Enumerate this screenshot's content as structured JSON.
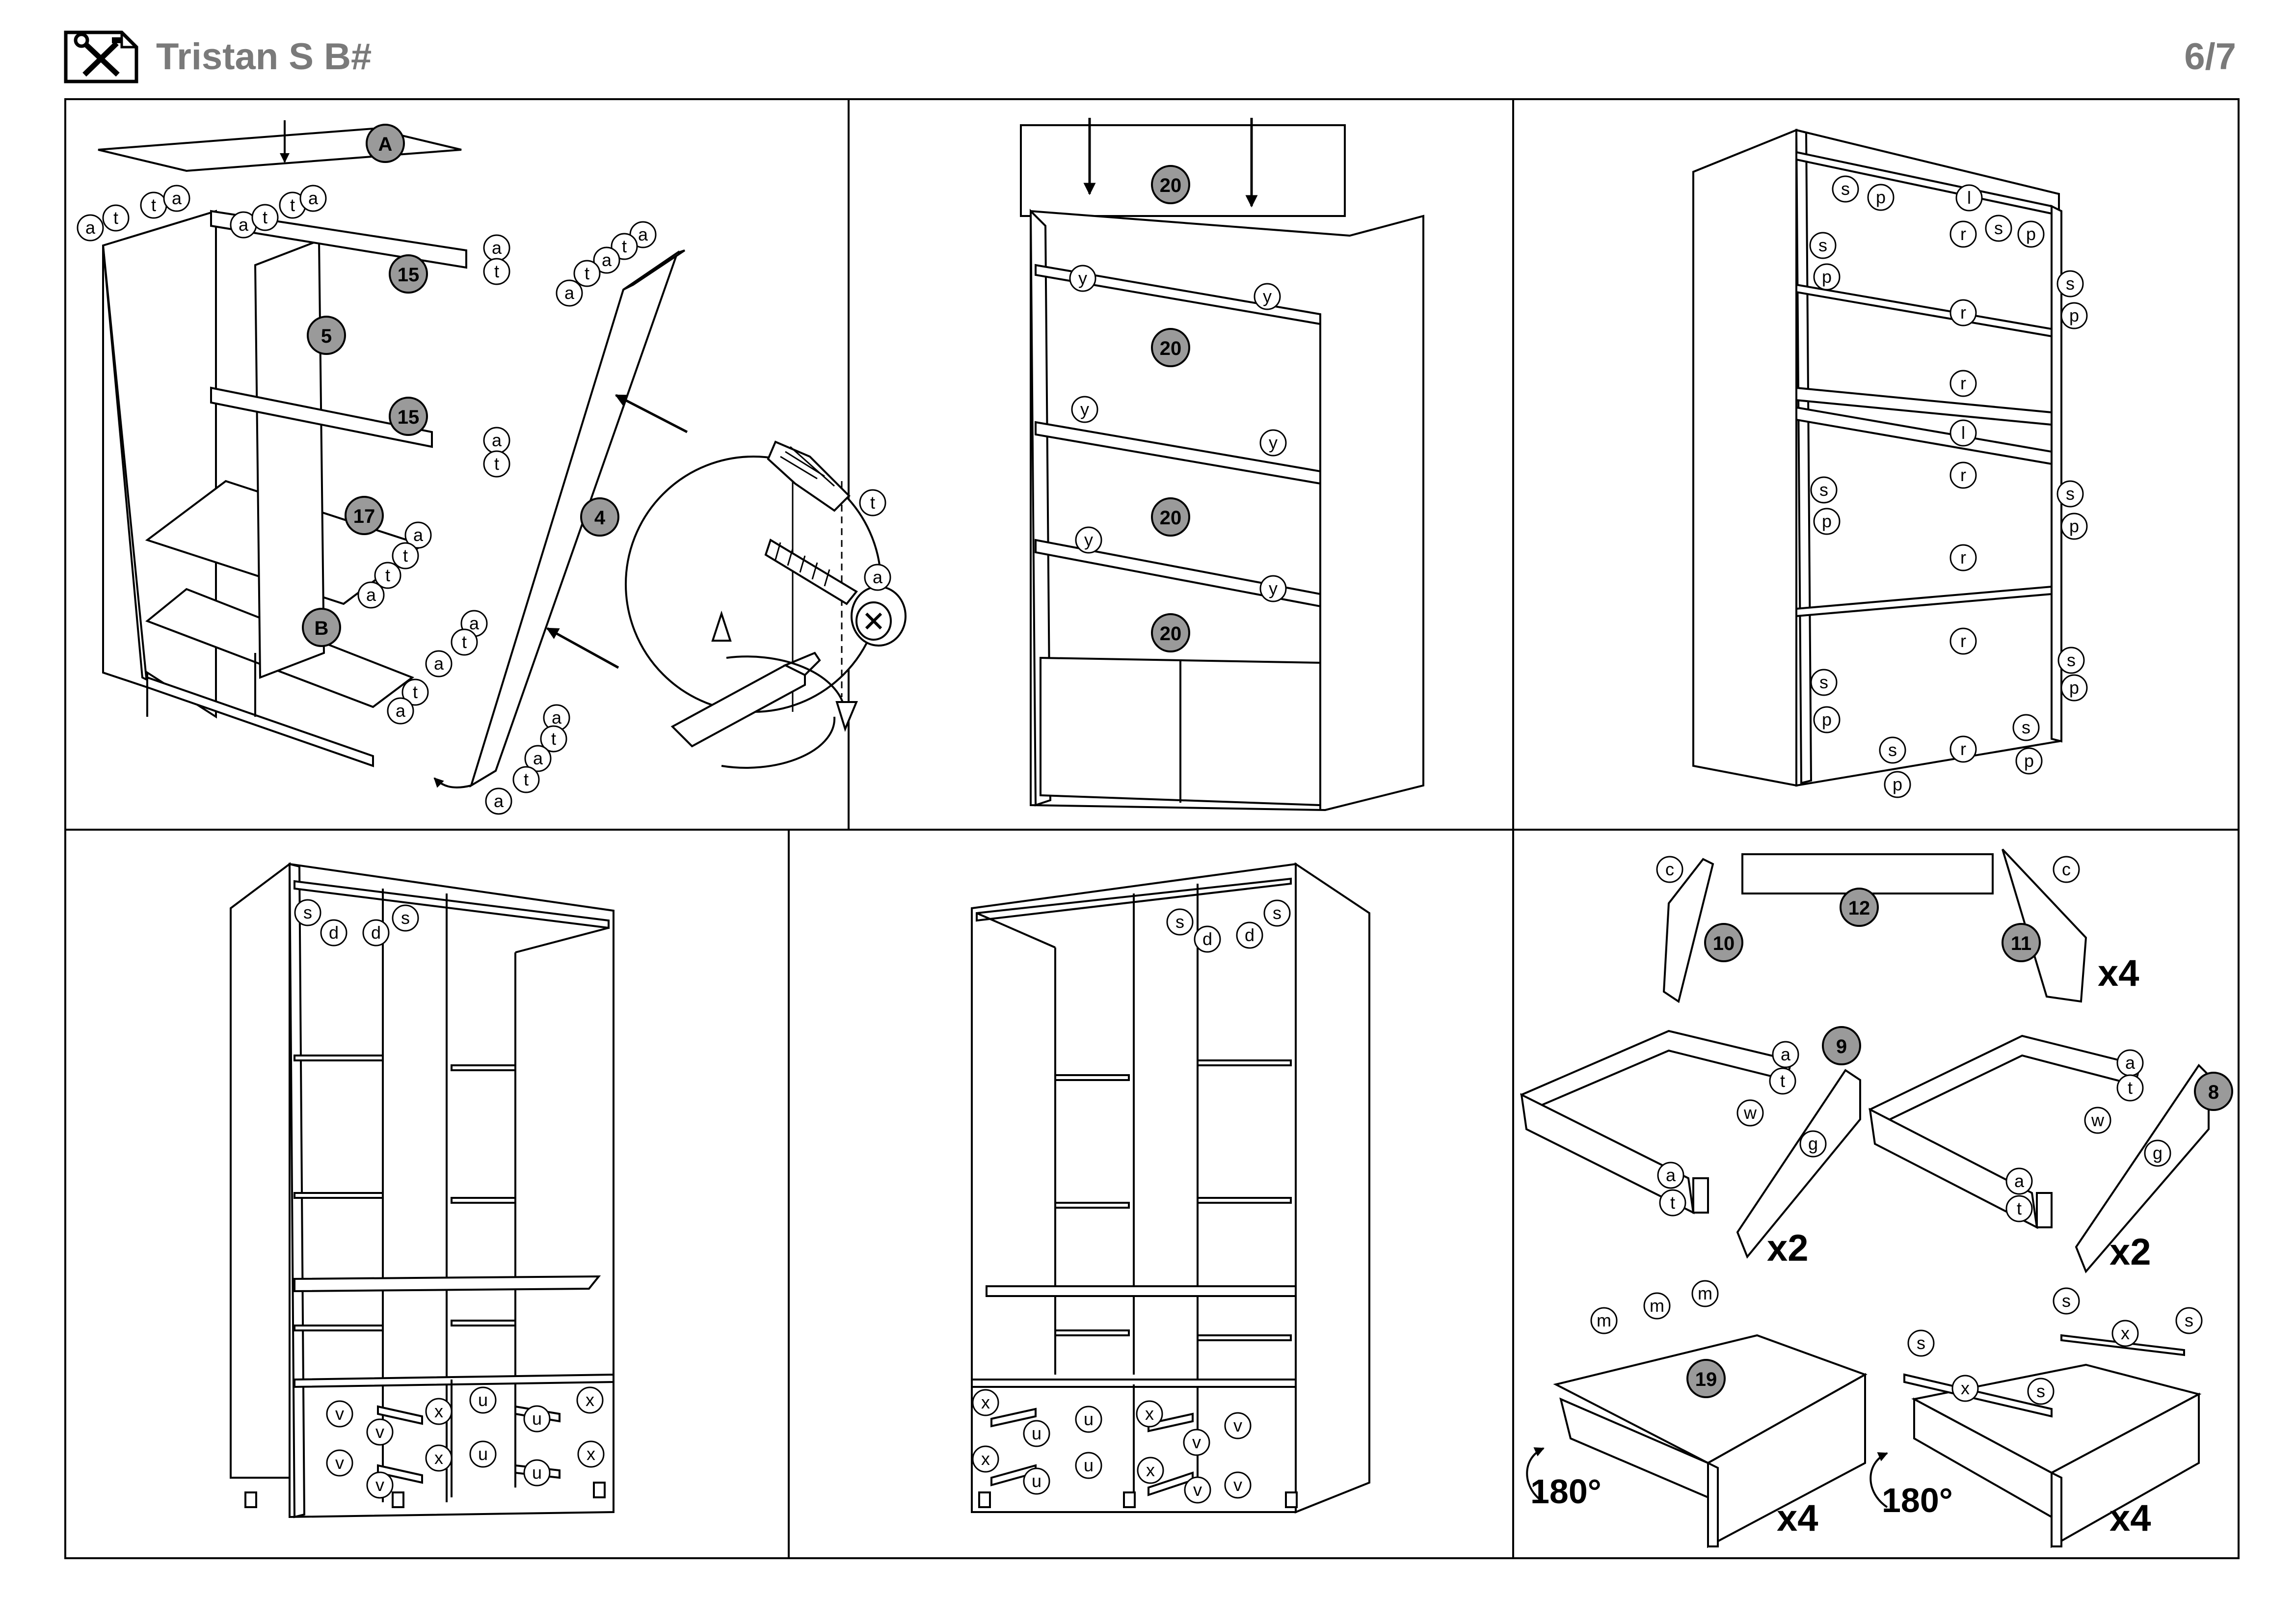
{
  "header": {
    "title": "Tristan S B#",
    "page": "6/7",
    "icon": "tools-icon"
  },
  "panel1": {
    "parts": [
      "A",
      "15",
      "5",
      "15",
      "17",
      "B",
      "4"
    ],
    "fittings": [
      "a",
      "t"
    ]
  },
  "panel2": {
    "parts": [
      "20",
      "20",
      "20",
      "20"
    ],
    "fittings": [
      "y"
    ]
  },
  "panel3": {
    "fittings": [
      "s",
      "p",
      "l",
      "r"
    ]
  },
  "panel4": {
    "fittings": [
      "s",
      "d",
      "v",
      "x",
      "u"
    ]
  },
  "panel5": {
    "fittings": [
      "s",
      "d",
      "x",
      "u",
      "v"
    ]
  },
  "panel6": {
    "parts": [
      "10",
      "12",
      "11",
      "9",
      "8",
      "19"
    ],
    "fittings": [
      "c",
      "a",
      "t",
      "w",
      "g",
      "m",
      "s",
      "x"
    ],
    "quantities": [
      "x4",
      "x2",
      "x2",
      "x4",
      "x4"
    ],
    "rotations": [
      "180°",
      "180°"
    ]
  }
}
